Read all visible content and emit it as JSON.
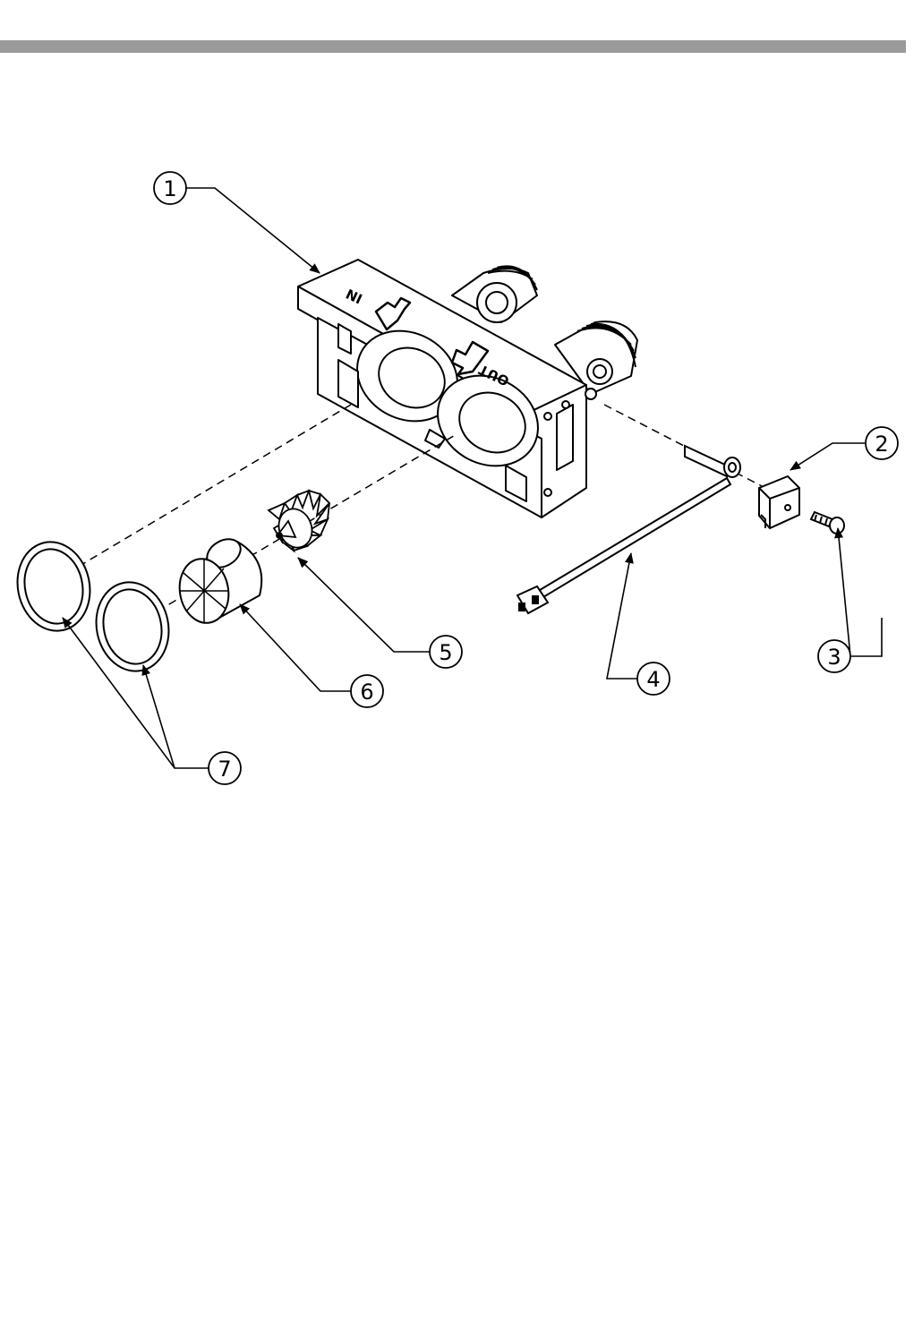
{
  "figure": {
    "title": "",
    "housing_markings": {
      "inlet": "IN",
      "outlet": "OUT"
    },
    "callouts": [
      {
        "id": "callout-1",
        "label": "1"
      },
      {
        "id": "callout-2",
        "label": "2"
      },
      {
        "id": "callout-3",
        "label": "3"
      },
      {
        "id": "callout-4",
        "label": "4"
      },
      {
        "id": "callout-5",
        "label": "5"
      },
      {
        "id": "callout-6",
        "label": "6"
      },
      {
        "id": "callout-7",
        "label": "7"
      }
    ]
  },
  "colors": {
    "line": "#000000",
    "rule": "#9a9a9a",
    "background": "#ffffff"
  }
}
